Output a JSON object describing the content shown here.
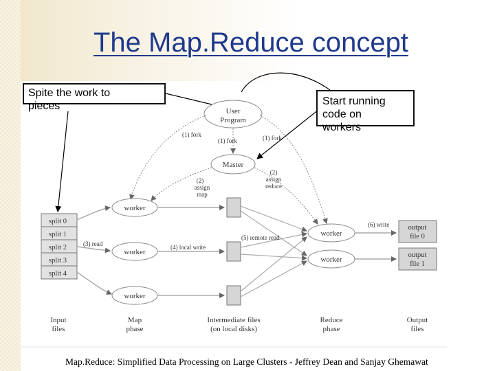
{
  "slide": {
    "title": "The Map.Reduce concept",
    "footer": "Map.Reduce: Simplified Data Processing on Large Clusters - Jeffrey Dean and Sanjay Ghemawat"
  },
  "callouts": {
    "split_work_line1": "Spite the work to",
    "split_work_line2": "pieces",
    "start_running_line1": "Start running",
    "start_running_line2": "code on",
    "start_running_line3": "workers"
  },
  "diagram": {
    "user_program_line1": "User",
    "user_program_line2": "Program",
    "master": "Master",
    "fork_left": "(1) fork",
    "fork_center": "(1) fork",
    "fork_right": "(1) fork",
    "assign_map_line1": "(2)",
    "assign_map_line2": "assign",
    "assign_map_line3": "map",
    "assign_reduce_line1": "(2)",
    "assign_reduce_line2": "assign",
    "assign_reduce_line3": "reduce",
    "splits": [
      "split 0",
      "split 1",
      "split 2",
      "split 3",
      "split 4"
    ],
    "map_workers": [
      "worker",
      "worker",
      "worker"
    ],
    "reduce_workers": [
      "worker",
      "worker"
    ],
    "read": "(3) read",
    "local_write": "(4) local write",
    "remote_read": "(5) remote read",
    "write": "(6) write",
    "output_files": [
      {
        "line1": "output",
        "line2": "file 0"
      },
      {
        "line1": "output",
        "line2": "file 1"
      }
    ],
    "phase_labels": [
      {
        "line1": "Input",
        "line2": "files"
      },
      {
        "line1": "Map",
        "line2": "phase"
      },
      {
        "line1": "Intermediate files",
        "line2": "(on local disks)"
      },
      {
        "line1": "Reduce",
        "line2": "phase"
      },
      {
        "line1": "Output",
        "line2": "files"
      }
    ]
  }
}
